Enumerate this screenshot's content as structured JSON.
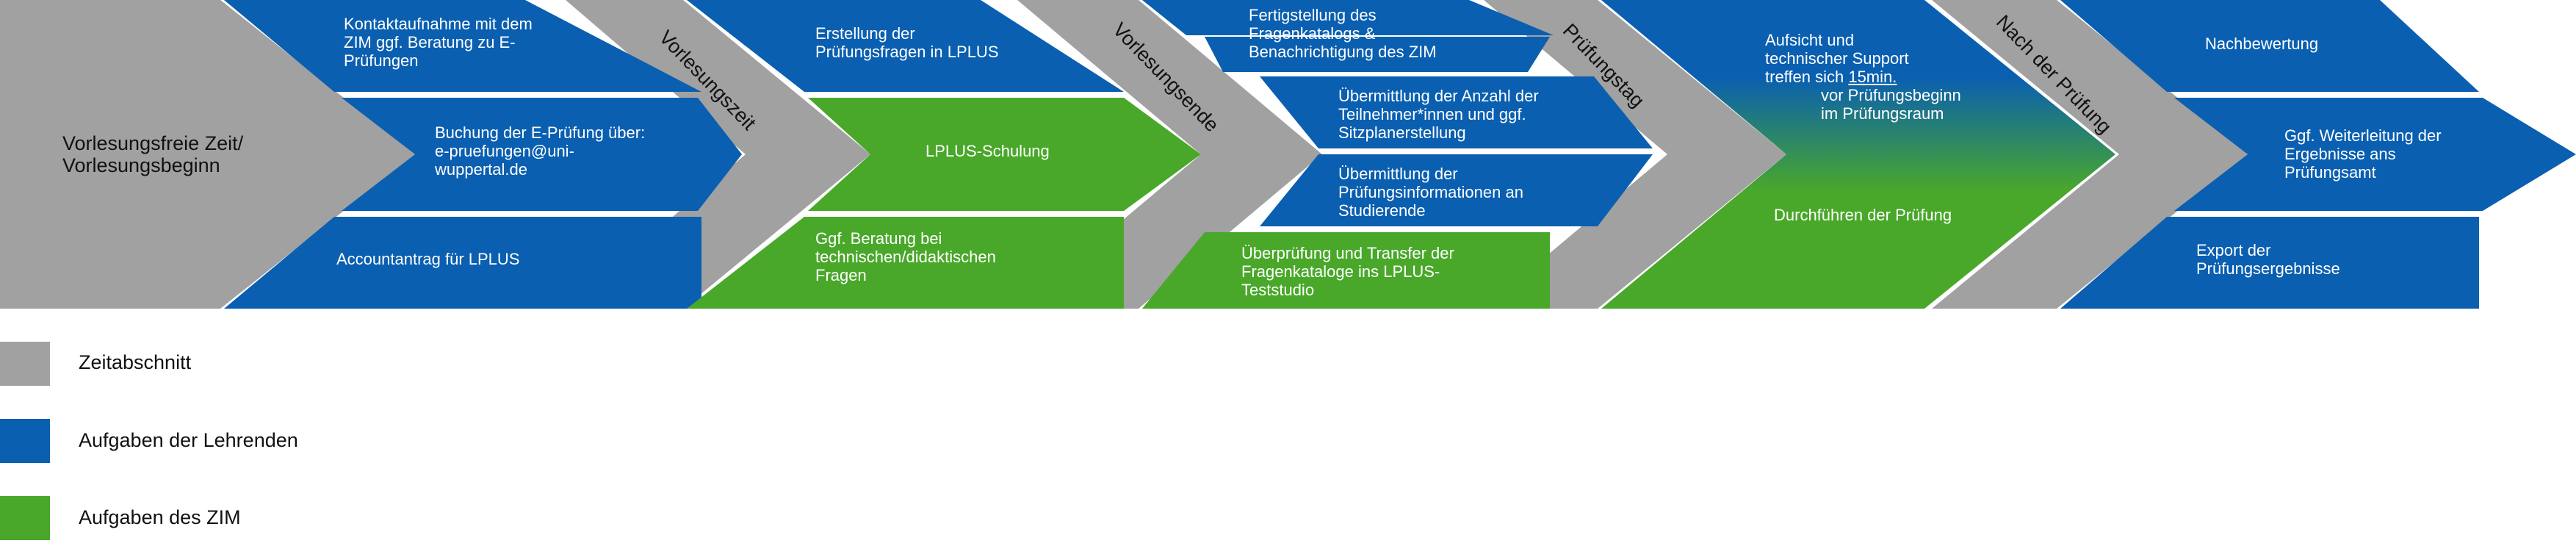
{
  "colors": {
    "gray": "#a1a1a1",
    "blue": "#0a5fb0",
    "green": "#49a82a"
  },
  "phases": [
    {
      "name": "Vorlesungsfreie Zeit/\nVorlesungsbeginn"
    },
    {
      "name": "Vorlesungszeit"
    },
    {
      "name": "Vorlesungsende"
    },
    {
      "name": "Prüfungstag"
    },
    {
      "name": "Nach der Prüfung"
    }
  ],
  "col1": {
    "task1": "Kontaktaufnahme mit dem\nZIM ggf.  Beratung zu E-\nPrüfungen",
    "task2": "Buchung der E-Prüfung über:\ne-pruefungen@uni-\nwuppertal.de",
    "task3": "Accountantrag für LPLUS"
  },
  "col2": {
    "task1": "Erstellung der\nPrüfungsfragen in LPLUS",
    "task2": "LPLUS-Schulung",
    "task3": "Ggf.  Beratung bei\ntechnischen/didaktischen\nFragen"
  },
  "col3": {
    "task1": "Fertigstellung des\nFragenkatalogs &\nBenachrichtigung des ZIM",
    "task2": "Übermittlung der Anzahl der\nTeilnehmer*innen und ggf.\nSitzplanerstellung",
    "task3": "Übermittlung der\nPrüfungsinformationen an\nStudierende",
    "task4": "Überprüfung und Transfer der\nFragenkataloge ins LPLUS-\nTeststudio"
  },
  "col4": {
    "support_line1": "Aufsicht und",
    "support_line2": "technischer Support",
    "support_line3_pre": "treffen sich ",
    "support_line3_u": "15min.",
    "support_line4": "vor Prüfungsbeginn",
    "support_line5": "im Prüfungsraum",
    "task_exam": "Durchführen der Prüfung"
  },
  "col5": {
    "task1": "Nachbewertung",
    "task2": "Ggf.  Weiterleitung der\nErgebnisse ans\nPrüfungsamt",
    "task3": "Export der\nPrüfungsergebnisse"
  },
  "legend": [
    {
      "label": "Zeitabschnitt",
      "color": "#a1a1a1"
    },
    {
      "label": "Aufgaben der Lehrenden",
      "color": "#0a5fb0"
    },
    {
      "label": "Aufgaben des ZIM",
      "color": "#49a82a"
    }
  ]
}
